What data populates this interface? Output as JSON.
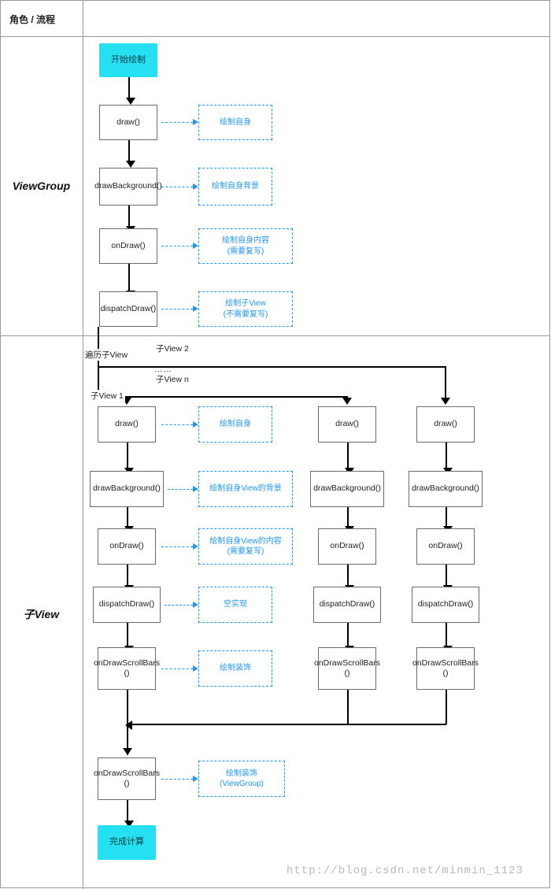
{
  "header": {
    "title": "角色 / 流程"
  },
  "roles": [
    {
      "label": "ViewGroup"
    },
    {
      "label": "子View"
    }
  ],
  "viewgroup_flow": {
    "start": "开始绘制",
    "nodes": [
      {
        "label": "draw()"
      },
      {
        "label": "drawBackground()"
      },
      {
        "label": "onDraw()"
      },
      {
        "label": "dispatchDraw()"
      }
    ],
    "notes": [
      {
        "label": "绘制自身"
      },
      {
        "label": "绘制自身背景"
      },
      {
        "label": "绘制自身内容\n(需要复写)"
      },
      {
        "label": "绘制子View\n(不需要复写)"
      }
    ]
  },
  "traverse": {
    "label": "遍历子View",
    "child1": "子View 1",
    "child2": "子View 2",
    "childn": "子View n",
    "dots": "……"
  },
  "child_columns": [
    {
      "name": "子View 1",
      "nodes": [
        {
          "label": "draw()"
        },
        {
          "label": "drawBackground()"
        },
        {
          "label": "onDraw()"
        },
        {
          "label": "dispatchDraw()"
        },
        {
          "label": "onDrawScrollBars ()"
        }
      ]
    },
    {
      "name": "子View 2",
      "nodes": [
        {
          "label": "draw()"
        },
        {
          "label": "drawBackground()"
        },
        {
          "label": "onDraw()"
        },
        {
          "label": "dispatchDraw()"
        },
        {
          "label": "onDrawScrollBars ()"
        }
      ]
    },
    {
      "name": "子View n",
      "nodes": [
        {
          "label": "draw()"
        },
        {
          "label": "drawBackground()"
        },
        {
          "label": "onDraw()"
        },
        {
          "label": "dispatchDraw()"
        },
        {
          "label": "onDrawScrollBars ()"
        }
      ]
    }
  ],
  "child_notes": [
    {
      "label": "绘制自身"
    },
    {
      "label": "绘制自身View的背景"
    },
    {
      "label": "绘制自身View的内容\n(需要复写)"
    },
    {
      "label": "空实现"
    },
    {
      "label": "绘制装饰"
    }
  ],
  "tail": {
    "node": "onDrawScrollBars ()",
    "note": "绘制装饰\n(ViewGroup)",
    "end": "完成计算"
  },
  "watermark": "http://blog.csdn.net/minmin_1123",
  "colors": {
    "accent_blue": "#2196f3",
    "terminal_cyan": "#25e0f0",
    "border_gray": "#6b6b6b",
    "frame_gray": "#9a9a9a"
  }
}
